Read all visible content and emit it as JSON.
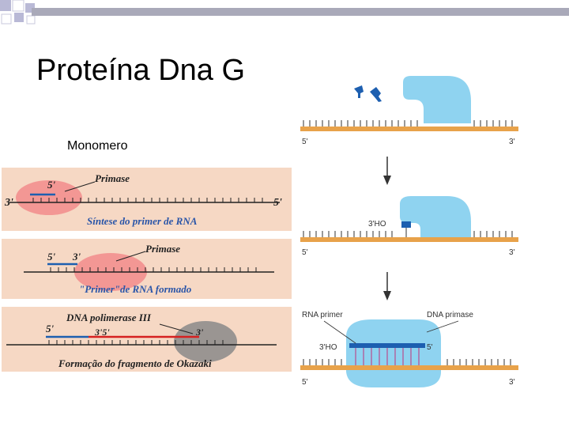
{
  "slide": {
    "title": "Proteína Dna G",
    "subtitle": "Monomero"
  },
  "panel1": {
    "primase": "Primase",
    "five": "5'",
    "three_left": "3'",
    "five_right": "5'",
    "caption": "Síntese do primer de RNA"
  },
  "panel2": {
    "five": "5'",
    "three": "3'",
    "primase": "Primase",
    "caption": "\"Primer\"de RNA formado"
  },
  "panel3": {
    "polymerase": "DNA polimerase III",
    "five": "5'",
    "three_five": "3'5'",
    "three_right": "3'",
    "caption": "Formação do fragmento de Okazaki"
  },
  "right": {
    "step1": {
      "five": "5'",
      "three": "3'"
    },
    "step2": {
      "ho": "3'HO",
      "five": "5'",
      "three": "3'"
    },
    "step3": {
      "rna_primer": "RNA primer",
      "dna_primase": "DNA primase",
      "ho": "3'HO",
      "five_mid": "5'",
      "five": "5'",
      "three": "3'"
    }
  },
  "colors": {
    "panel_bg": "#f6d8c4",
    "dna_strand": "#e8a24a",
    "enzyme": "#8fd3f0",
    "primer_blue": "#1d5fb0",
    "accent_red": "#d62020"
  }
}
